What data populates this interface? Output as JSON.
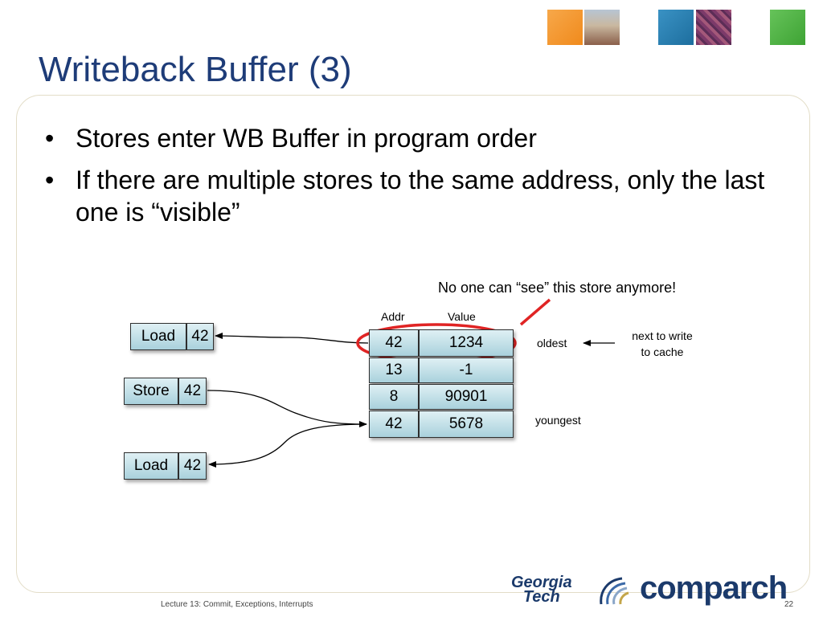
{
  "slide": {
    "title": "Writeback Buffer (3)",
    "bullets": [
      "Stores enter WB Buffer in program order",
      "If there are multiple stores to the same address, only the last one is “visible”"
    ],
    "bullet_glyph": "•",
    "footer": "Lecture 13: Commit, Exceptions, Interrupts",
    "page_number": "22"
  },
  "diagram": {
    "callout": "No one can “see” this store anymore!",
    "columns": {
      "addr": "Addr",
      "value": "Value"
    },
    "buffer_rows": [
      {
        "addr": "42",
        "value": "1234"
      },
      {
        "addr": "13",
        "value": "-1"
      },
      {
        "addr": "8",
        "value": "90901"
      },
      {
        "addr": "42",
        "value": "5678"
      }
    ],
    "labels": {
      "oldest": "oldest",
      "youngest": "youngest",
      "next_to_write_1": "next to write",
      "next_to_write_2": "to cache"
    },
    "instructions": [
      {
        "op": "Load",
        "addr": "42"
      },
      {
        "op": "Store",
        "addr": "42"
      },
      {
        "op": "Load",
        "addr": "42"
      }
    ],
    "colors": {
      "highlight_ellipse": "#e02424",
      "cell_top": "#dff0f4",
      "cell_bottom": "#a9d1dc",
      "title": "#1e3c78"
    }
  },
  "logos": {
    "gt_line1": "Georgia",
    "gt_line2": "Tech",
    "comparch": "comparch"
  }
}
